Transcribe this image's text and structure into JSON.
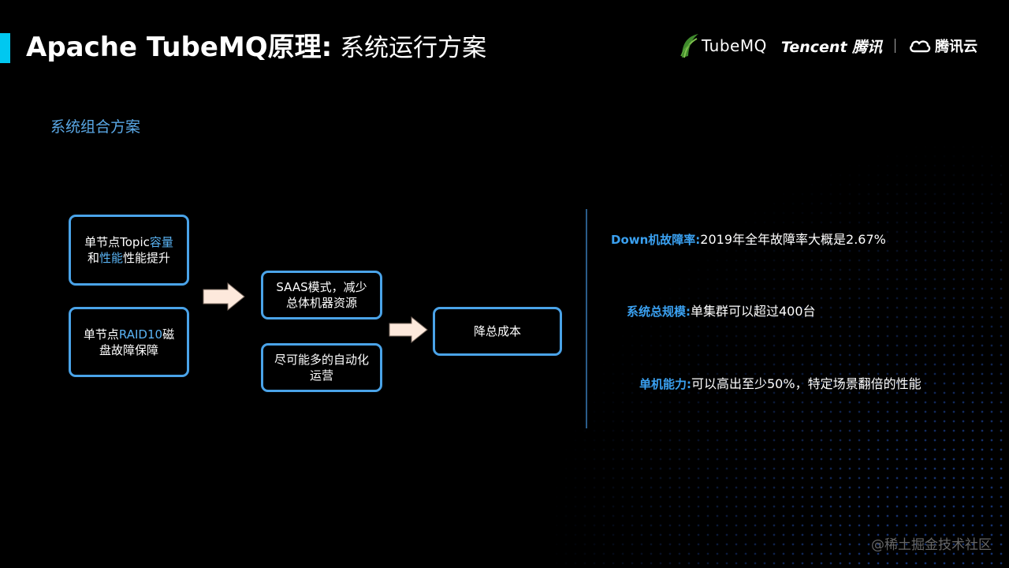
{
  "header": {
    "title_bold": "Apache TubeMQ原理:",
    "title_light": " 系统运行方案",
    "logos": {
      "tubemq": "TubeMQ",
      "tencent": "Tencent 腾讯",
      "cloud": "腾讯云"
    }
  },
  "subtitle": "系统组合方案",
  "diagram": {
    "box1": {
      "line1": "单节点Topic",
      "line1_hl": "容量",
      "line2_prefix": "和",
      "line2_hl": "性能",
      "line2_rest": "性能提升"
    },
    "box2": {
      "line1": "单节点",
      "line1_hl": "RAID10",
      "line1_rest": "磁",
      "line2": "盘故障保障"
    },
    "box3": {
      "line1": "SAAS模式，减少",
      "line2": "总体机器资源"
    },
    "box4": {
      "line1": "尽可能多的自动化",
      "line2": "运营"
    },
    "box5": {
      "text": "降总成本"
    }
  },
  "stats": [
    {
      "label": "Down机故障率:",
      "value": "2019年全年故障率大概是2.67%"
    },
    {
      "label": "系统总规模:",
      "value": "单集群可以超过400台"
    },
    {
      "label": "单机能力:",
      "value": "可以高出至少50%，特定场景翻倍的性能"
    }
  ],
  "watermark": "@稀土掘金技术社区",
  "colors": {
    "accent": "#00c8f0",
    "box_border": "#4aa3e8",
    "label_blue": "#3aa0f0",
    "arrow_fill": "#fde9dc"
  }
}
